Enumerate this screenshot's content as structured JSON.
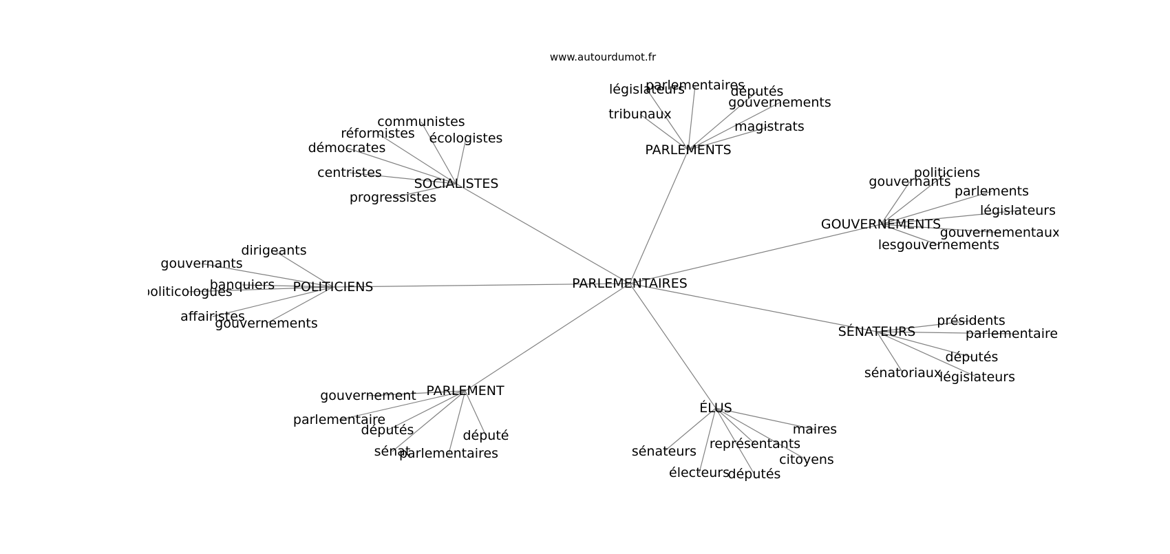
{
  "source": "www.autourdumot.fr",
  "colors": {
    "edge": "#808080",
    "text": "#000000",
    "background": "#ffffff"
  },
  "graph": {
    "center": "PARLEMENTAIRES",
    "groups": [
      {
        "hub": "PARLEMENTS",
        "words": [
          "législateurs",
          "parlementaires",
          "députés",
          "gouvernements",
          "tribunaux",
          "magistrats"
        ]
      },
      {
        "hub": "SOCIALISTES",
        "words": [
          "communistes",
          "réformistes",
          "écologistes",
          "démocrates",
          "centristes",
          "progressistes"
        ]
      },
      {
        "hub": "GOUVERNEMENTS",
        "words": [
          "politiciens",
          "gouvernants",
          "parlements",
          "législateurs",
          "gouvernementaux",
          "lesgouvernements"
        ]
      },
      {
        "hub": "POLITICIENS",
        "words": [
          "dirigeants",
          "gouvernants",
          "banquiers",
          "politicologues",
          "affairistes",
          "gouvernements"
        ]
      },
      {
        "hub": "SÉNATEURS",
        "words": [
          "présidents",
          "parlementaire",
          "députés",
          "sénatoriaux",
          "législateurs"
        ]
      },
      {
        "hub": "PARLEMENT",
        "words": [
          "gouvernement",
          "parlementaire",
          "députés",
          "député",
          "sénat",
          "parlementaires"
        ]
      },
      {
        "hub": "ÉLUS",
        "words": [
          "maires",
          "représentants",
          "sénateurs",
          "citoyens",
          "électeurs",
          "députés"
        ]
      }
    ]
  }
}
